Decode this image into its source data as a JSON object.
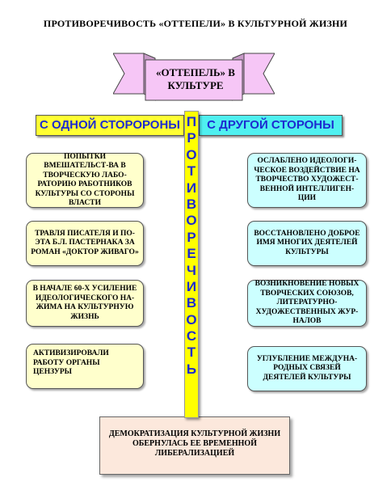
{
  "title": "ПРОТИВОРЕЧИВОСТЬ  «ОТТЕПЕЛИ» В КУЛЬТУРНОЙ ЖИЗНИ",
  "banner": {
    "text": "«ОТТЕПЕЛЬ» В КУЛЬТУРЕ",
    "fill": "#f6c6f6"
  },
  "left_header": "С ОДНОЙ СТОРОРОНЫ",
  "right_header": "С ДРУГОЙ СТОРОНЫ",
  "vertical_letters": [
    "П",
    "Р",
    "О",
    "Т",
    "И",
    "В",
    "О",
    "Р",
    "Е",
    "Ч",
    "И",
    "В",
    "О",
    "С",
    "Т",
    "Ь"
  ],
  "left_items": [
    "ПОПЫТКИ ВМЕШАТЕЛЬСТ-ВА В ТВОРЧЕСКУЮ ЛАБО-РАТОРИЮ РАБОТНИКОВ КУЛЬТУРЫ СО СТОРОНЫ ВЛАСТИ",
    "ТРАВЛЯ ПИСАТЕЛЯ И ПО-ЭТА Б.Л. ПАСТЕРНАКА ЗА РОМАН «ДОКТОР ЖИВАГО»",
    "В НАЧАЛЕ 60-Х УСИЛЕНИЕ ИДЕОЛОГИЧЕСКОГО НА-ЖИМА НА КУЛЬТУРНУЮ ЖИЗНЬ",
    "АКТИВИЗИРОВАЛИ РАБОТУ ОРГАНЫ ЦЕНЗУРЫ"
  ],
  "right_items": [
    "ОСЛАБЛЕНО ИДЕОЛОГИ-ЧЕСКОЕ ВОЗДЕЙСТВИЕ НА ТВОРЧЕСТВО ХУДОЖЕСТ-ВЕННОЙ ИНТЕЛЛИГЕН-ЦИИ",
    "ВОССТАНОВЛЕНО ДОБРОЕ ИМЯ МНОГИХ ДЕЯТЕЛЕЙ КУЛЬТУРЫ",
    "ВОЗНИКНОВЕНИЕ НОВЫХ ТВОРЧЕСКИХ СОЮЗОВ, ЛИТЕРАТУРНО-ХУДОЖЕСТВЕННЫХ ЖУР-НАЛОВ",
    "УГЛУБЛЕНИЕ МЕЖДУНА-РОДНЫХ СВЯЗЕЙ ДЕЯТЕЛЕЙ КУЛЬТУРЫ"
  ],
  "bottom": "ДЕМОКРАТИЗАЦИЯ  КУЛЬТУРНОЙ  ЖИЗНИ ОБЕРНУЛАСЬ ЕЕ ВРЕМЕННОЙ ЛИБЕРАЛИЗАЦИЕЙ",
  "colors": {
    "left_header_bg": "#ffff33",
    "right_header_bg": "#4ff0f0",
    "header_text": "#1d2bd0",
    "left_box_bg": "#ffffcc",
    "right_box_bg": "#ccffff",
    "bottom_box_bg": "#fce8dc"
  }
}
